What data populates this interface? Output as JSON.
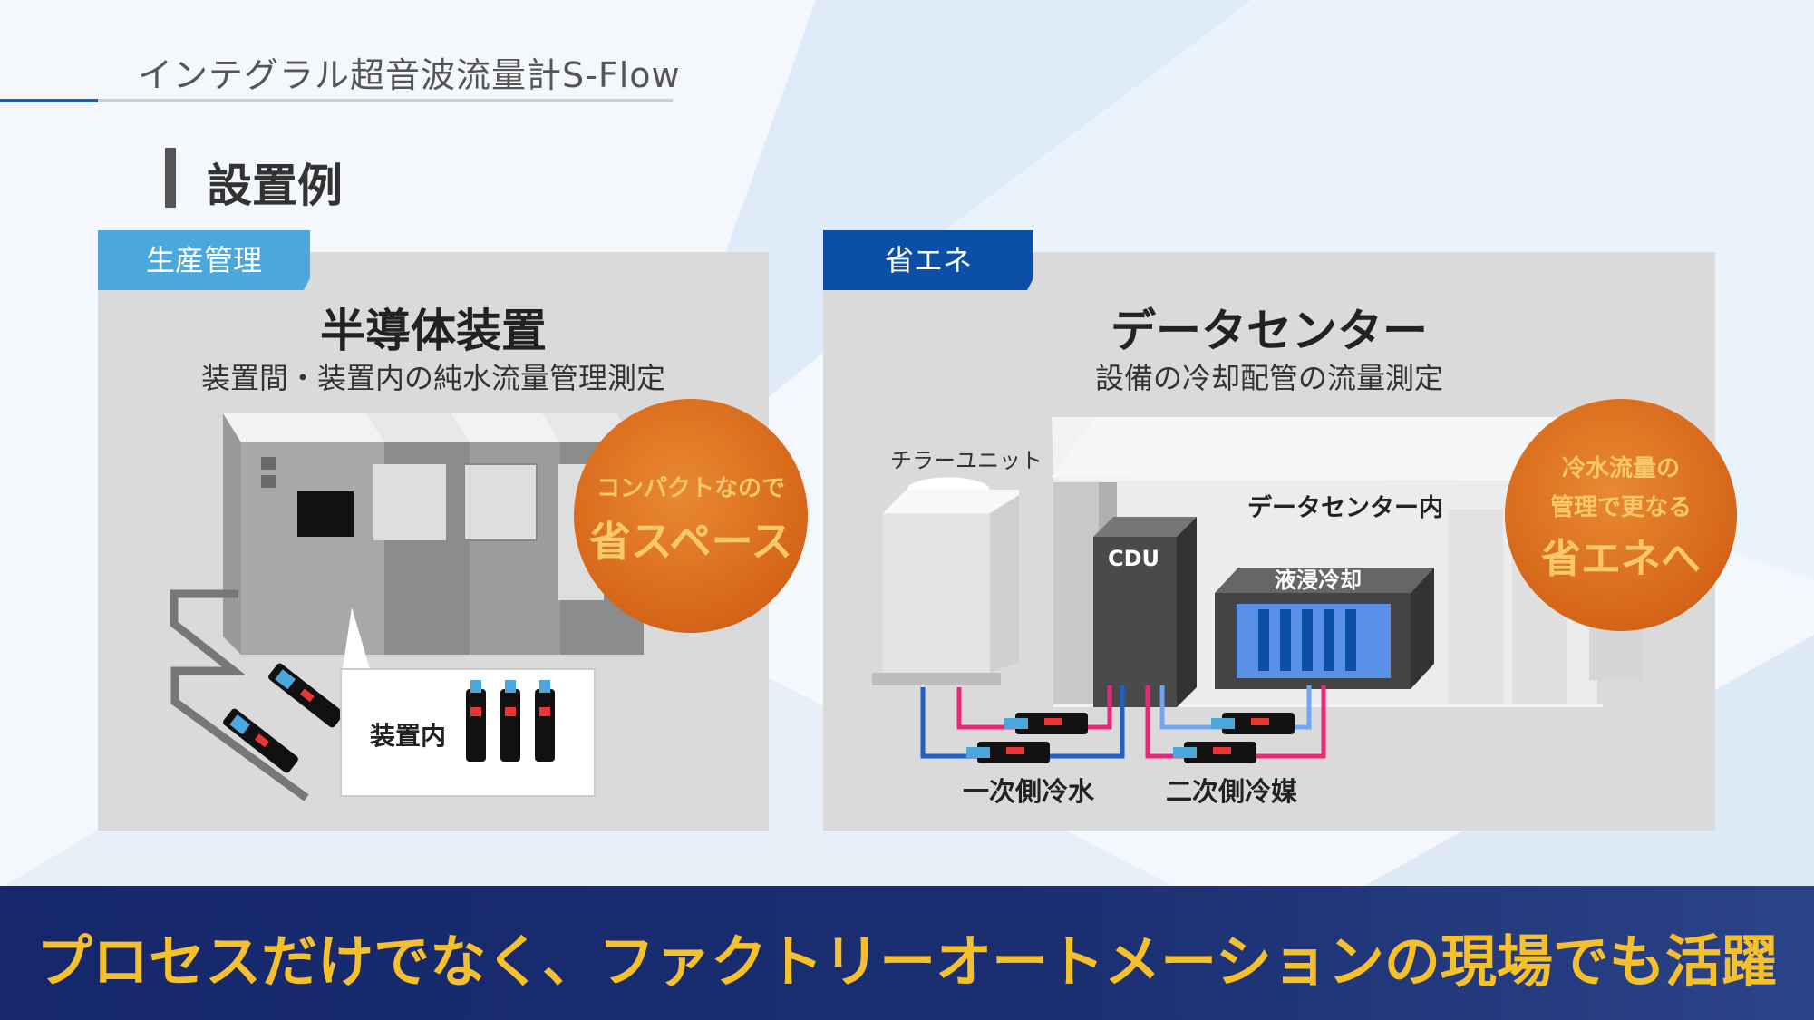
{
  "header": {
    "title": "インテグラル超音波流量計S-Flow"
  },
  "section": {
    "title": "設置例"
  },
  "left_panel": {
    "tag": "生産管理",
    "title": "半導体装置",
    "subtitle": "装置間・装置内の純水流量管理測定",
    "callout_line1": "コンパクトなので",
    "callout_line2": "省スペース",
    "inset_label": "装置内"
  },
  "right_panel": {
    "tag": "省エネ",
    "title": "データセンター",
    "subtitle": "設備の冷却配管の流量測定",
    "chiller_label": "チラーユニット",
    "dc_label": "データセンター内",
    "cdu_label": "CDU",
    "immersion_label": "液浸冷却",
    "primary_label": "一次側冷水",
    "secondary_label": "二次側冷媒",
    "callout_line1": "冷水流量の",
    "callout_line2": "管理で更なる",
    "callout_line3": "省エネへ"
  },
  "footer": {
    "text": "プロセスだけでなく、ファクトリーオートメーションの現場でも活躍"
  },
  "colors": {
    "tag_light_blue": "#4aa8dc",
    "tag_dark_blue": "#0b4fa6",
    "callout_orange": "#d96a1c",
    "footer_navy": "#16276b",
    "footer_text_yellow": "#f6c02c",
    "pipe_blue": "#1f5fc7",
    "pipe_pink": "#e8287a",
    "pipe_light_blue": "#6ea6f2",
    "immersion_blue": "#5a8fe8"
  }
}
